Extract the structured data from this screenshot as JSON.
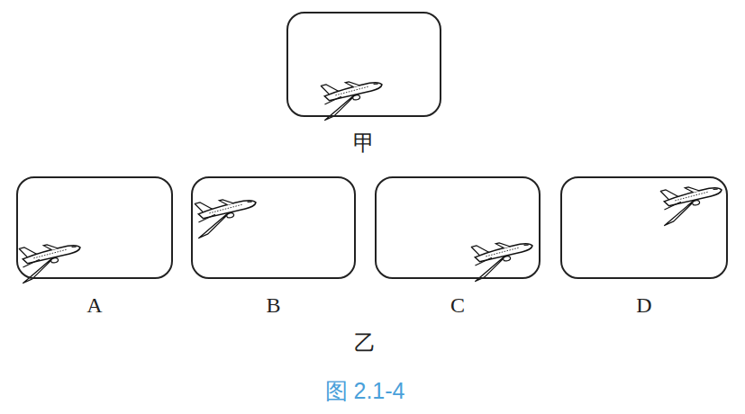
{
  "diagram": {
    "caption": "图 2.1-4",
    "nodes": [
      {
        "text": [
          "甲"
        ]
      },
      {
        "text": [
          "A"
        ]
      },
      {
        "text": [
          "B"
        ]
      },
      {
        "text": [
          "C"
        ]
      },
      {
        "text": [
          "D"
        ]
      }
    ],
    "labels": [
      "乙"
    ]
  }
}
